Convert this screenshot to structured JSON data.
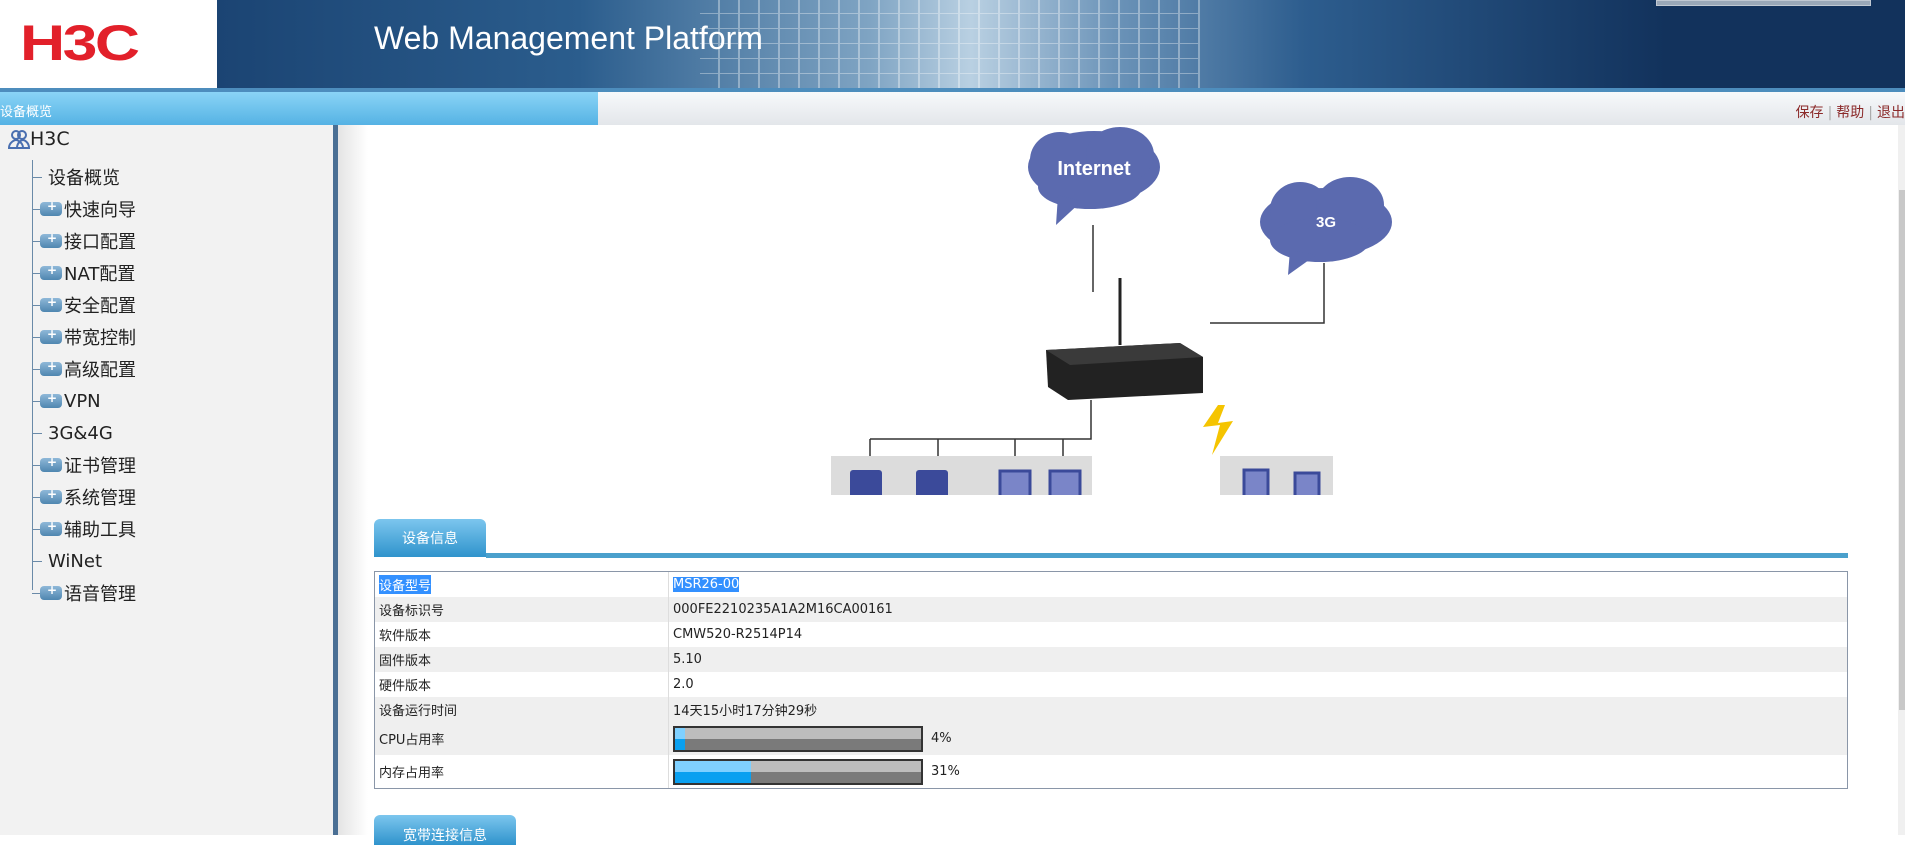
{
  "header": {
    "logo": "H3C",
    "title": "Web Management Platform"
  },
  "bar": {
    "current": "设备概览",
    "links": [
      "保存",
      "帮助",
      "退出"
    ]
  },
  "tree": {
    "root": "H3C",
    "items": [
      {
        "label": "设备概览",
        "folder": false
      },
      {
        "label": "快速向导",
        "folder": true
      },
      {
        "label": "接口配置",
        "folder": true
      },
      {
        "label": "NAT配置",
        "folder": true
      },
      {
        "label": "安全配置",
        "folder": true
      },
      {
        "label": "带宽控制",
        "folder": true
      },
      {
        "label": "高级配置",
        "folder": true
      },
      {
        "label": "VPN",
        "folder": true
      },
      {
        "label": "3G&4G",
        "folder": false
      },
      {
        "label": "证书管理",
        "folder": true
      },
      {
        "label": "系统管理",
        "folder": true
      },
      {
        "label": "辅助工具",
        "folder": true
      },
      {
        "label": "WiNet",
        "folder": false
      },
      {
        "label": "语音管理",
        "folder": true
      }
    ]
  },
  "diagram": {
    "cloud1": "Internet",
    "cloud2": "3G"
  },
  "device_info": {
    "tab": "设备信息",
    "rows": [
      {
        "label": "设备型号",
        "value": "MSR26-00"
      },
      {
        "label": "设备标识号",
        "value": "000FE2210235A1A2M16CA00161"
      },
      {
        "label": "软件版本",
        "value": "CMW520-R2514P14"
      },
      {
        "label": "固件版本",
        "value": "5.10"
      },
      {
        "label": "硬件版本",
        "value": "2.0"
      },
      {
        "label": "设备运行时间",
        "value": "14天15小时17分钟29秒"
      }
    ],
    "cpu": {
      "label": "CPU占用率",
      "percent": 4,
      "text": "4%"
    },
    "memory": {
      "label": "内存占用率",
      "percent": 31,
      "text": "31%"
    }
  },
  "next_tab": "宽带连接信息",
  "colors": {
    "accent": "#2f93cc",
    "logo": "#e2202a",
    "link": "#8b2a2a",
    "cloud": "#5b6aaf"
  }
}
